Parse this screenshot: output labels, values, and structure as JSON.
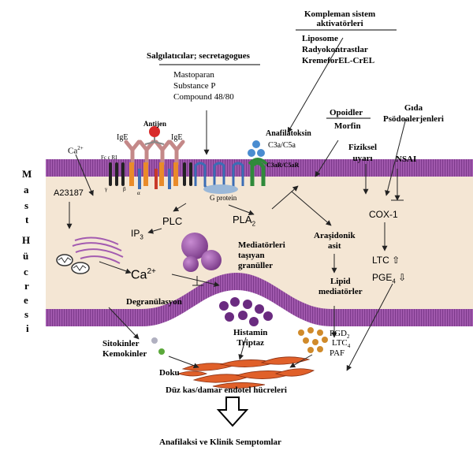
{
  "title_left": [
    "M",
    "a",
    "s",
    "t",
    "H",
    "ü",
    "c",
    "r",
    "e",
    "s",
    "i"
  ],
  "complement": {
    "heading": "Kompleman sistem\naktivatörleri",
    "items": [
      "Liposome",
      "Radyokontrastlar",
      "KremeforEL-CrEL"
    ]
  },
  "secretagogues": {
    "heading": "Salgılatıcılar; secretagogues",
    "items": [
      "Mastoparan",
      "Substance P",
      "Compound 48/80"
    ]
  },
  "opioids": {
    "heading": "Opoidler",
    "item": "Morfin"
  },
  "food": "Gıda\nPsödoalerjenleri",
  "physical": "Fiziksel\nuyarı",
  "nsai": "NSAI",
  "antigen": "Antijen",
  "ige_left": "IgE",
  "ige_right": "IgE",
  "anaphylatoxin": "Anafilatoksin",
  "c3a_c5a": "C3a/C5a",
  "c3ar": "C3aR/C5aR",
  "g_protein": "G protein",
  "ca_top": "Ca",
  "ca_top_sup": "2+",
  "fc_label": "Fc ε RI",
  "gamma": "γ",
  "alpha": "α",
  "beta": "β",
  "a23187": "A23187",
  "plc": "PLC",
  "ip3": "IP",
  "ip3_sub": "3",
  "pla2": "PLA",
  "pla2_sub": "2",
  "ca_mid": "Ca",
  "ca_mid_sup": "2+",
  "mediator_granules": "Mediatörleri\ntaşıyan\ngranüller",
  "arachidonic": "Araşidonik\nasit",
  "cox1": "COX-1",
  "ltc": "LTC ⇧",
  "pge": "PGE",
  "pge_sub": "4",
  "pge_arrow": "⇩",
  "lipid_mediators": "Lipid\nmediatörler",
  "degranulation": "Degranülasyon",
  "histamine": "Histamin\nTriptaz",
  "pgd": "PGD",
  "pgd_sub": "2",
  "ltc4": "LTC",
  "ltc4_sub": "4",
  "paf": "PAF",
  "cytokines": "Sitokinler\nKemokinler",
  "tissue": "Doku",
  "smooth_muscle": "Düz kas/damar endotel hücreleri",
  "outcome": "Anafilaksi ve Klinik Semptomlar",
  "colors": {
    "membrane": "#9b4fa8",
    "cytoplasm": "#f4e6d4",
    "granule": "#6a2b80",
    "tissue": "#e0602a"
  }
}
